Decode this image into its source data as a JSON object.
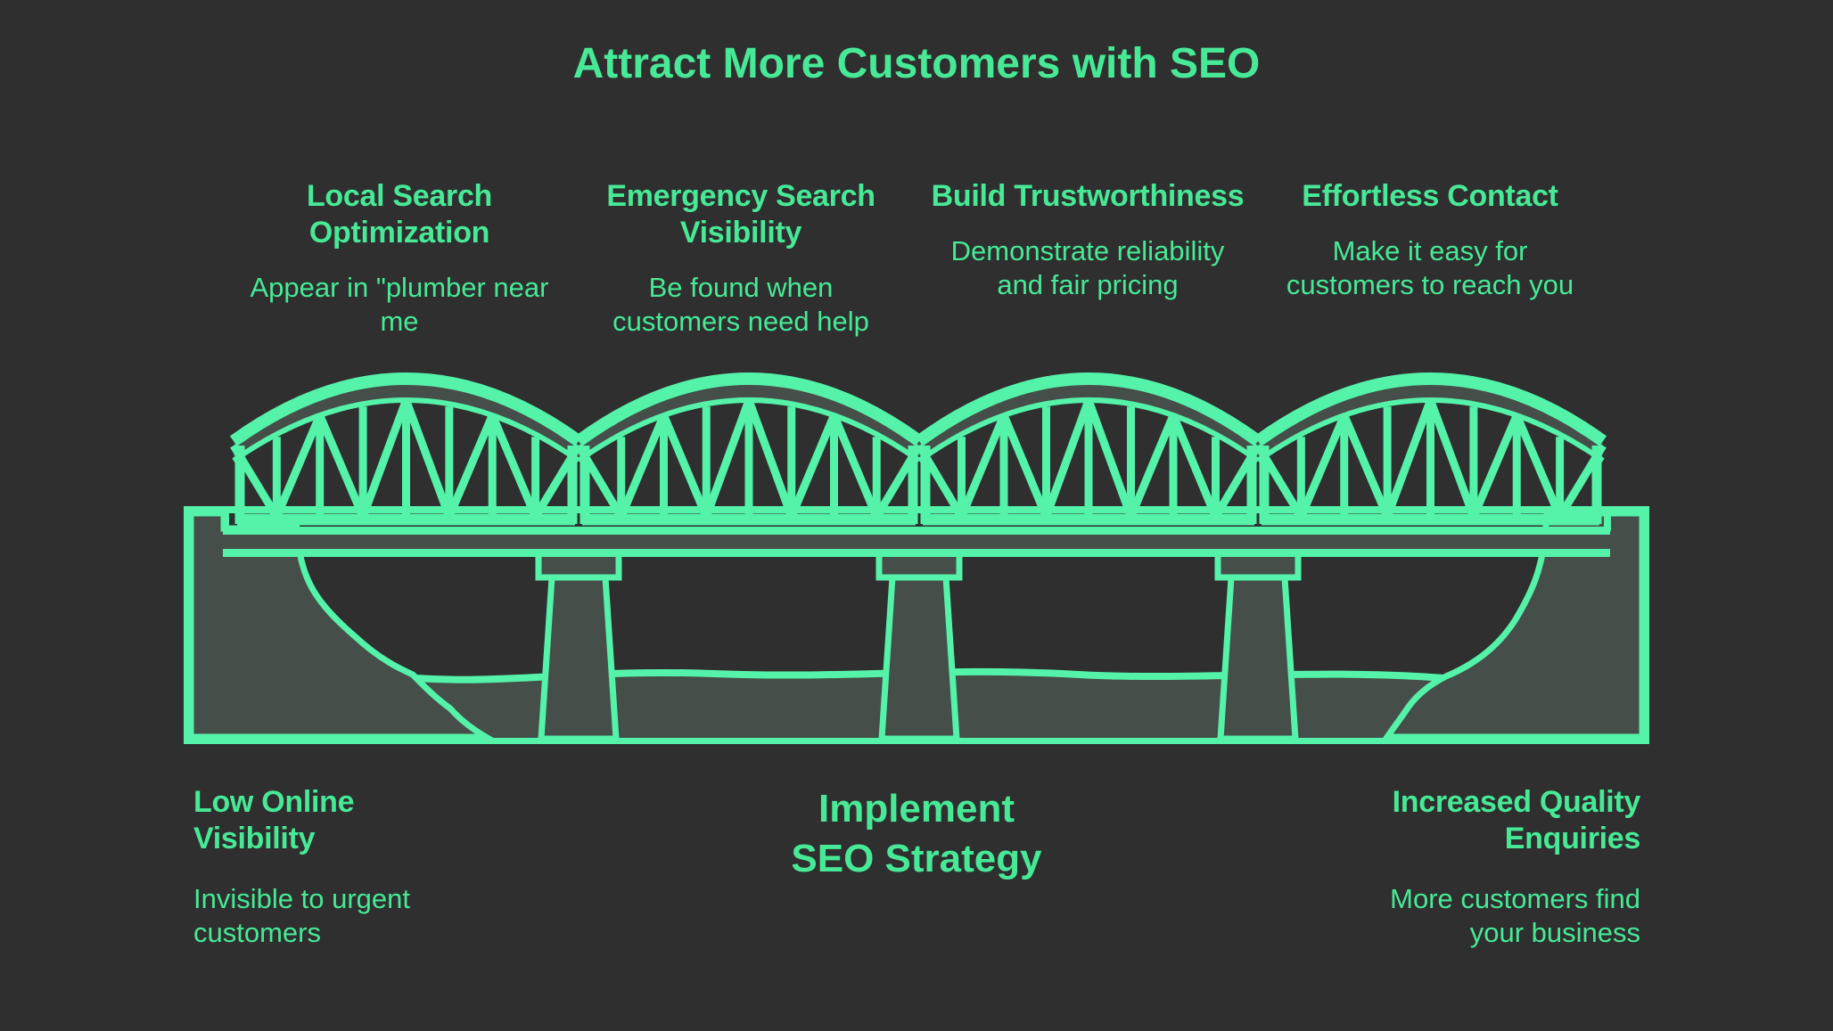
{
  "title": "Attract More Customers with SEO",
  "colors": {
    "background": "#2e2f2e",
    "text_green": "#47e997",
    "bridge_green": "#55f2a9",
    "terrain_fill": "#454e48"
  },
  "illustration": {
    "icon": "truss-bridge-over-gorge-icon"
  },
  "pillars": [
    {
      "heading": "Local Search\nOptimization",
      "description": "Appear in \"plumber near\nme"
    },
    {
      "heading": "Emergency Search\nVisibility",
      "description": "Be found when\ncustomers need help"
    },
    {
      "heading": "Build Trustworthiness",
      "description": "Demonstrate reliability\nand fair pricing"
    },
    {
      "heading": "Effortless Contact",
      "description": "Make it easy for\ncustomers to reach you"
    }
  ],
  "footer": {
    "left": {
      "heading": "Low Online\nVisibility",
      "description": "Invisible to urgent\ncustomers"
    },
    "center": {
      "label": "Implement\nSEO Strategy"
    },
    "right": {
      "heading": "Increased Quality\nEnquiries",
      "description": "More customers find\nyour business"
    }
  }
}
